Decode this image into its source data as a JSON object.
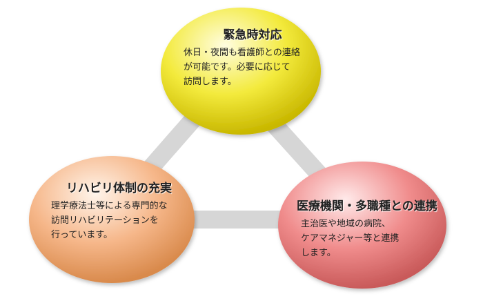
{
  "colors": {
    "connector": "#d6d6d6",
    "top_fill_light": "#fffde0",
    "top_fill": "#f3ea3c",
    "top_fill_dark": "#c9b800",
    "left_fill_light": "#fff4ea",
    "left_fill": "#f6b78a",
    "left_fill_dark": "#d98a4c",
    "right_fill_light": "#ffeaea",
    "right_fill": "#f08c8c",
    "right_fill_dark": "#c95a5a"
  },
  "nodes": {
    "top": {
      "title": "緊急時対応",
      "lines": [
        "休日・夜間も看護師との連絡",
        "が可能です。必要に応じて",
        "訪問します。"
      ]
    },
    "left": {
      "title": "リハビリ体制の充実",
      "lines": [
        "理学療法士等による専門的な",
        "訪問リハビリテーションを",
        "行っています。"
      ]
    },
    "right": {
      "title": "医療機関・多職種との連携",
      "lines": [
        "主治医や地域の病院、",
        "ケアマネジャー等と連携",
        "します。"
      ]
    }
  }
}
